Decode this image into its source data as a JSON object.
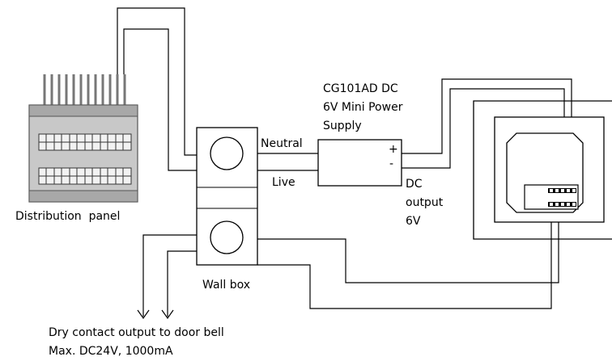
{
  "labels": {
    "psu_line1": "CG101AD DC",
    "psu_line2": "6V Mini Power",
    "psu_line3": "Supply",
    "neutral": "Neutral",
    "live": "Live",
    "plus": "+",
    "minus": "-",
    "dc_line1": "DC",
    "dc_line2": "output",
    "dc_line3": "6V",
    "distribution_panel": "Distribution  panel",
    "wall_box": "Wall box",
    "dry_contact_line1": "Dry contact output to door bell",
    "dry_contact_line2": "Max. DC24V, 1000mA"
  },
  "colors": {
    "line": "#000000",
    "panel_fill": "#c8c8c8",
    "panel_dark": "#a0a0a0",
    "background": "#ffffff"
  }
}
